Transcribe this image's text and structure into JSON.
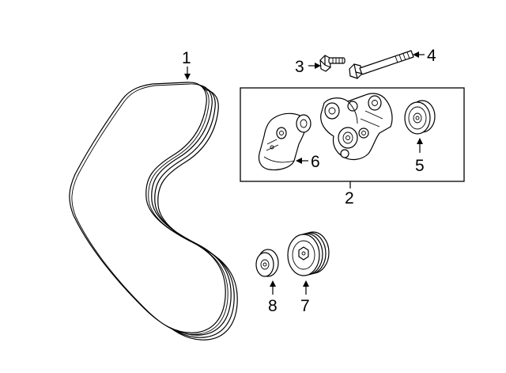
{
  "callouts": {
    "belt": "1",
    "tensioner_assembly": "2",
    "bolt_short": "3",
    "bolt_long": "4",
    "idler_pulley": "5",
    "tensioner_arm": "6",
    "pulley_grooved": "7",
    "pulley_cap": "8"
  },
  "parts": [
    {
      "callout": "1",
      "icon": "serpentine-belt-icon"
    },
    {
      "callout": "2",
      "icon": "tensioner-assembly-box-icon"
    },
    {
      "callout": "3",
      "icon": "bolt-icon"
    },
    {
      "callout": "4",
      "icon": "long-bolt-icon"
    },
    {
      "callout": "5",
      "icon": "idler-pulley-icon"
    },
    {
      "callout": "6",
      "icon": "tensioner-icon"
    },
    {
      "callout": "7",
      "icon": "grooved-pulley-icon"
    },
    {
      "callout": "8",
      "icon": "pulley-cap-icon"
    }
  ],
  "colors": {
    "line": "#000000",
    "background": "#ffffff"
  }
}
